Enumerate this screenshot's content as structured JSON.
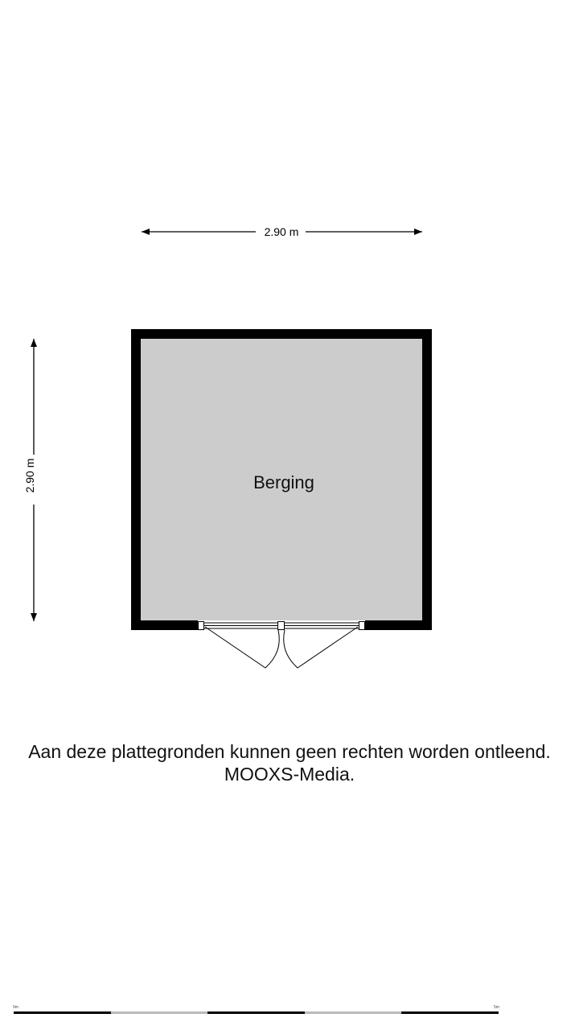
{
  "dimensions": {
    "width_label": "2.90 m",
    "height_label": "2.90 m"
  },
  "room": {
    "name": "Berging",
    "fill_color": "#cccccc",
    "wall_color": "#000000"
  },
  "disclaimer": {
    "line1": "Aan deze plattegronden kunnen geen rechten worden ontleend.",
    "line2": "MOOXS-Media."
  },
  "scale_bar": {
    "start_label": "0m",
    "end_label": "5m"
  }
}
